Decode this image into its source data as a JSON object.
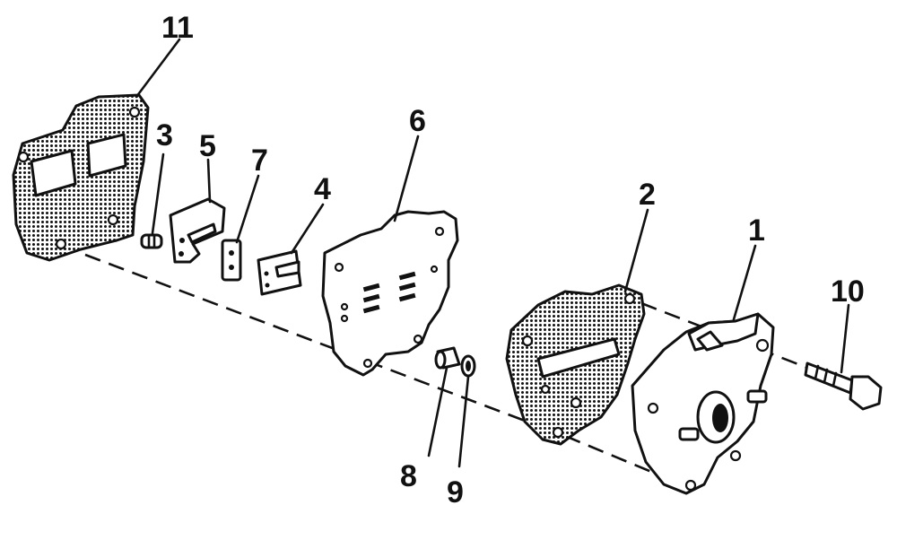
{
  "diagram": {
    "callouts": [
      {
        "id": "11",
        "text": "11"
      },
      {
        "id": "3",
        "text": "3"
      },
      {
        "id": "5",
        "text": "5"
      },
      {
        "id": "7",
        "text": "7"
      },
      {
        "id": "4",
        "text": "4"
      },
      {
        "id": "6",
        "text": "6"
      },
      {
        "id": "2",
        "text": "2"
      },
      {
        "id": "1",
        "text": "1"
      },
      {
        "id": "10",
        "text": "10"
      },
      {
        "id": "8",
        "text": "8"
      },
      {
        "id": "9",
        "text": "9"
      }
    ],
    "colors": {
      "ink": "#111111",
      "paper": "#ffffff"
    }
  }
}
